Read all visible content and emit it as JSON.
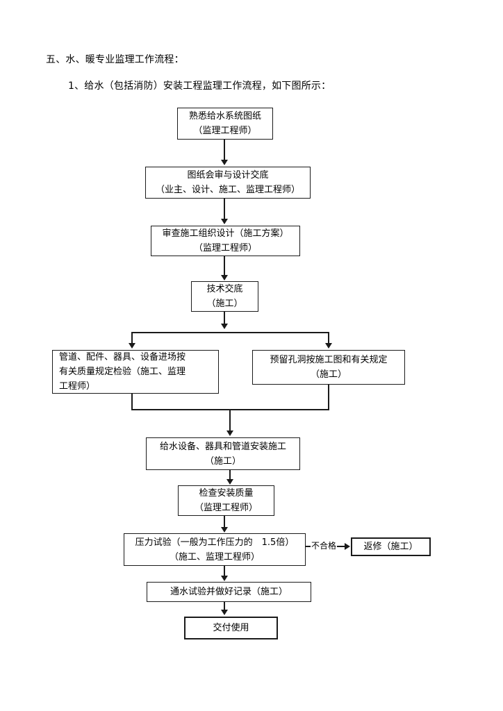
{
  "document": {
    "heading_main": "五、水、暖专业监理工作流程：",
    "heading_sub": "1、给水（包括消防）安装工程监理工作流程，如下图所示："
  },
  "flowchart": {
    "title": "给水（包括消防）安装工程监理工作流程",
    "type": "flowchart",
    "nodes": [
      {
        "id": "n1",
        "lines": [
          "熟悉给水系统图纸",
          "（监理工程师）"
        ],
        "align": "center",
        "border": "thin"
      },
      {
        "id": "n2",
        "lines": [
          "图纸会审与设计交底",
          "（业主、设计、施工、监理工程师）"
        ],
        "align": "center",
        "border": "thin"
      },
      {
        "id": "n3",
        "lines": [
          "审查施工组织设计（施工方案）",
          "（监理工程师）"
        ],
        "align": "center",
        "border": "thin"
      },
      {
        "id": "n4",
        "lines": [
          "技术交底",
          "（施工）"
        ],
        "align": "center",
        "border": "thin"
      },
      {
        "id": "n5",
        "lines": [
          "管道、配件、器具、设备进场按",
          "有关质量规定检验（施工、监理",
          "工程师）"
        ],
        "align": "left",
        "border": "thin"
      },
      {
        "id": "n6",
        "lines": [
          "预留孔洞按施工图和有关规定",
          "（施工）"
        ],
        "align": "center",
        "border": "thin"
      },
      {
        "id": "n7",
        "lines": [
          "给水设备、器具和管道安装施工",
          "（施工）"
        ],
        "align": "center",
        "border": "thin"
      },
      {
        "id": "n8",
        "lines": [
          "检查安装质量",
          "（监理工程师）"
        ],
        "align": "center",
        "border": "thin"
      },
      {
        "id": "n9",
        "lines": [
          "压力试验（一般为工作压力的　1.5倍）",
          "（施工、监理工程师）"
        ],
        "align": "center",
        "border": "thin"
      },
      {
        "id": "n10",
        "lines": [
          "返修（施工）"
        ],
        "align": "center",
        "border": "thick"
      },
      {
        "id": "n11",
        "lines": [
          "通水试验并做好记录（施工）"
        ],
        "align": "center",
        "border": "thin"
      },
      {
        "id": "n12",
        "lines": [
          "交付使用"
        ],
        "align": "center",
        "border": "thick"
      }
    ],
    "edge_labels": [
      {
        "id": "e-fail",
        "text": "不合格"
      }
    ],
    "colors": {
      "stroke": "#1a1a1a",
      "background": "#ffffff",
      "text": "#000000"
    }
  }
}
